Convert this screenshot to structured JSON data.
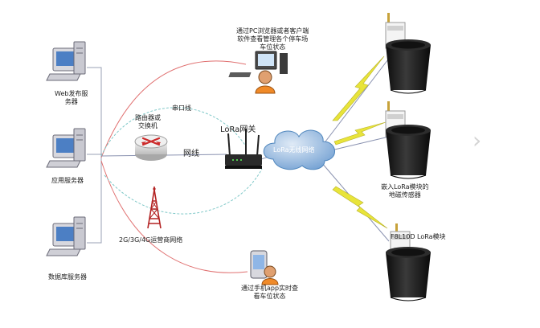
{
  "servers": {
    "web": "Web发布服\n务器",
    "app": "应用服务器",
    "db": "数据库服务器"
  },
  "pc_note": "通过PC浏览器或者客户端\n软件查看管理各个停车场\n车位状态",
  "router_label": "路由器或\n交换机",
  "serial_label": "串口线",
  "network_label": "网线",
  "gateway_label": "LoRa网关",
  "cloud_label": "LoRa无线网络",
  "tower_label": "2G/3G/4G运营商网络",
  "phone_note": "通过手机app实时查\n看车位状态",
  "sensor_note": "嵌入LoRa模块的\n地磁传感器",
  "module_label": "F8L10D LoRa模块",
  "chevron_icon": "chevron-right-icon",
  "colors": {
    "red_line": "#e07070",
    "cyan_line": "#7fc8c8",
    "cloud_blue": "#5f95c8",
    "lightning": "#e8e43a",
    "cylinder": "#1e1e1e"
  }
}
